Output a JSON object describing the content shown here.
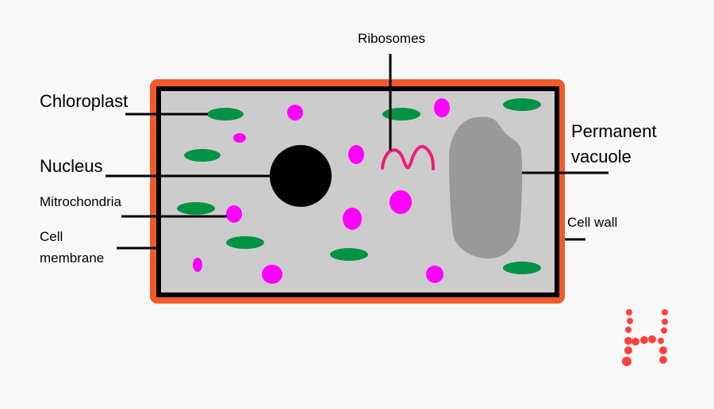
{
  "labels": {
    "chloroplast": "Chloroplast",
    "nucleus": "Nucleus",
    "mitochondria": "Mitrochondria",
    "cell_membrane_line1": "Cell",
    "cell_membrane_line2": "membrane",
    "ribosomes": "Ribosomes",
    "vacuole_line1": "Permanent",
    "vacuole_line2": "vacuole",
    "cell_wall": "Cell wall"
  },
  "colors": {
    "cell_wall": "#f15a29",
    "membrane": "#000000",
    "cytoplasm": "#cccccc",
    "chloroplast": "#009245",
    "mitochondria": "#ff00ff",
    "nucleus": "#000000",
    "vacuole": "#999999",
    "ribosome": "#ed1e79",
    "logo": "#ff4040"
  },
  "logo": {
    "letter": "H"
  }
}
